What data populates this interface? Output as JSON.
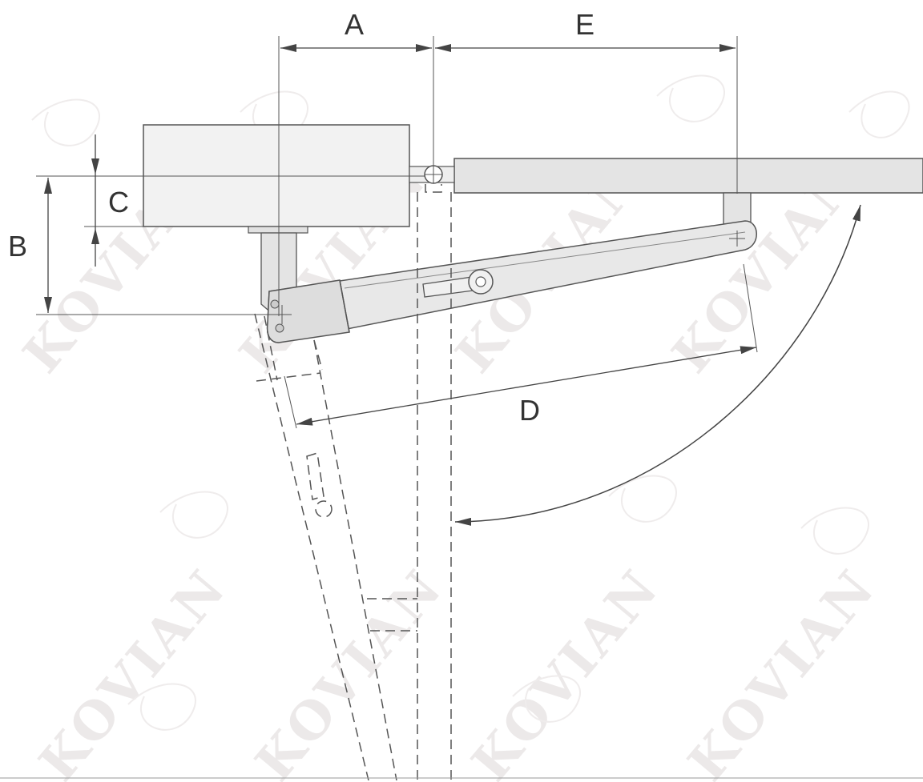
{
  "diagram": {
    "labels": {
      "A": "A",
      "B": "B",
      "C": "C",
      "D": "D",
      "E": "E"
    },
    "watermark": "KOVIAN",
    "colors": {
      "line": "#555555",
      "dim_line": "#444444",
      "fill_light": "#eeeeee",
      "fill_arm": "#e6e6e6",
      "fill_arm_dark": "#dcdcdc",
      "watermark": "#ece9e9"
    }
  }
}
